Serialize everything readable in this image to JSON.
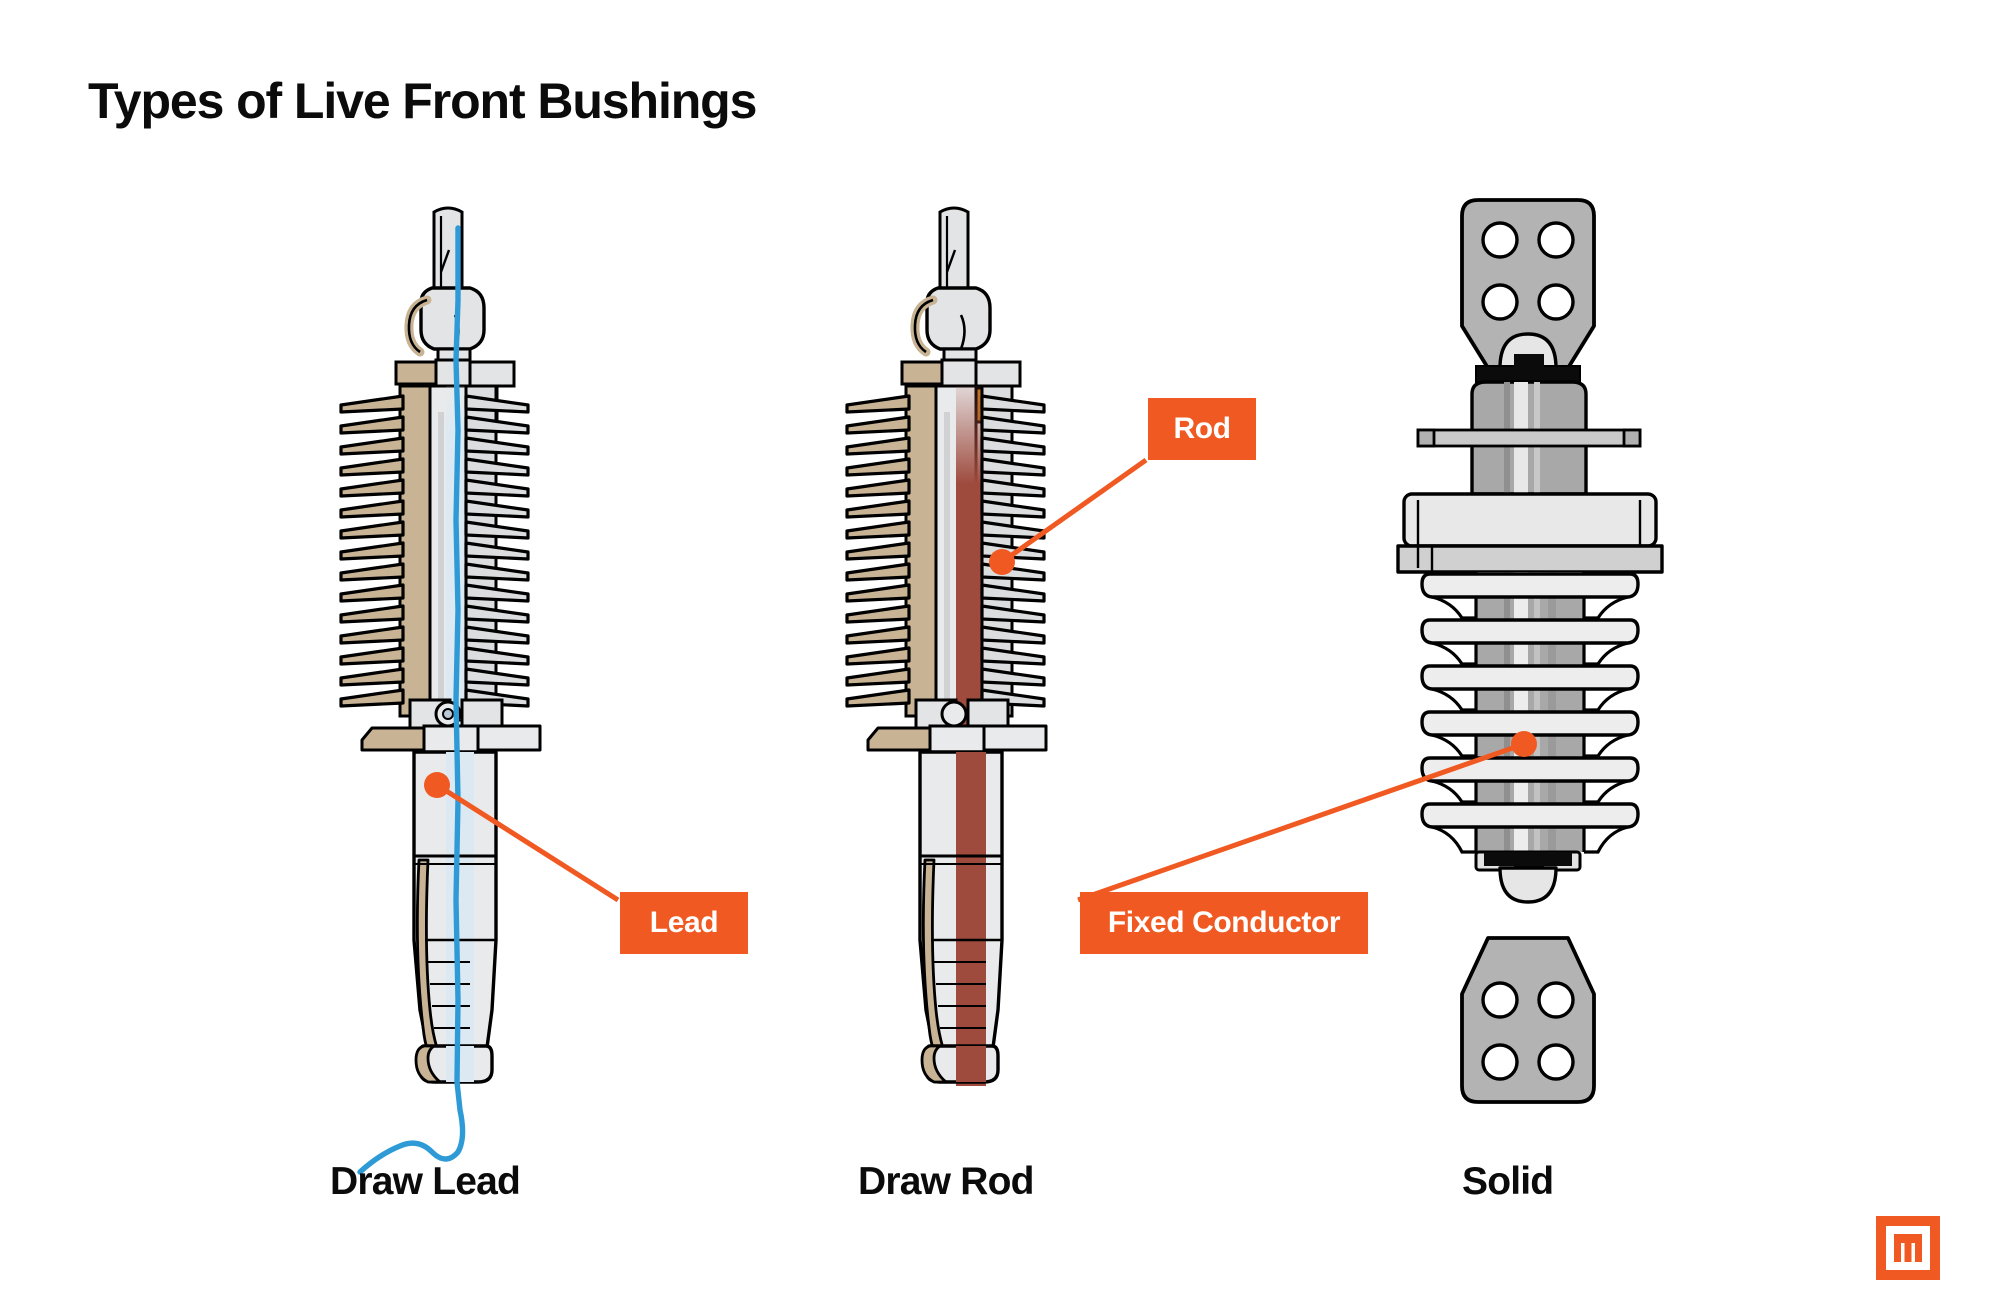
{
  "page": {
    "title": "Types of Live Front Bushings",
    "background_color": "#FFFFFF",
    "accent_color": "#F05A22",
    "text_color": "#0B0B0B"
  },
  "brand": {
    "logo_name": "m-square-logo",
    "logo_color": "#F05A22"
  },
  "callouts": [
    {
      "id": "lead",
      "label": "Lead",
      "color": "#F05A22",
      "text_color": "#FFFFFF",
      "points_to": "draw-lead-bushing"
    },
    {
      "id": "rod",
      "label": "Rod",
      "color": "#F05A22",
      "text_color": "#FFFFFF",
      "points_to": "draw-rod-bushing"
    },
    {
      "id": "fixed_conductor",
      "label": "Fixed Conductor",
      "color": "#F05A22",
      "text_color": "#FFFFFF",
      "points_to": "solid-bushing"
    }
  ],
  "bushings": [
    {
      "id": "draw-lead",
      "caption": "Draw Lead",
      "conductor_label": "Lead",
      "conductor_color": "#3FA0DE",
      "shed_color": "#C8B394",
      "body_color": "#D9DADB",
      "gasket_color": "#B9762A"
    },
    {
      "id": "draw-rod",
      "caption": "Draw Rod",
      "conductor_label": "Rod",
      "conductor_color": "#9E4B3E",
      "shed_color": "#C8B394",
      "body_color": "#D9DADB",
      "gasket_color": "#C9791F"
    },
    {
      "id": "solid",
      "caption": "Solid",
      "conductor_label": "Fixed Conductor",
      "conductor_color": "#E8E8E8",
      "shed_color": "#EFEFEF",
      "body_color": "#A8A8A8",
      "gasket_color": "#111111"
    }
  ]
}
